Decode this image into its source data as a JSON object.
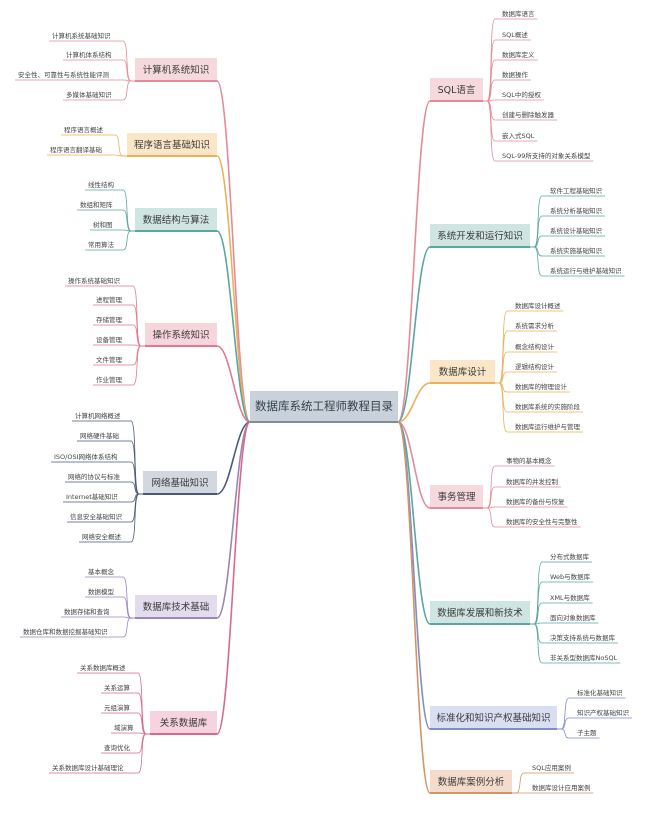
{
  "root": "数据库系统工程师教程目录",
  "left": [
    {
      "label": "计算机系统知识",
      "color": "#e58a99",
      "bg": "#f6d9dd",
      "children": [
        "计算机系统基础知识",
        "计算机体系结构",
        "安全性、可靠性与系统性能评测",
        "多媒体基础知识"
      ]
    },
    {
      "label": "程序语言基础知识",
      "color": "#eab15a",
      "bg": "#fbe7c8",
      "children": [
        "程序语言概述",
        "程序语言翻译基础"
      ]
    },
    {
      "label": "数据结构与算法",
      "color": "#5aa6a0",
      "bg": "#cfe5e2",
      "children": [
        "线性结构",
        "数组和矩阵",
        "树和图",
        "常用算法"
      ]
    },
    {
      "label": "操作系统知识",
      "color": "#de7a8f",
      "bg": "#f6d5dc",
      "children": [
        "操作系统基础知识",
        "进程管理",
        "存储管理",
        "设备管理",
        "文件管理",
        "作业管理"
      ]
    },
    {
      "label": "网络基础知识",
      "color": "#4a5a78",
      "bg": "#d2d7e0",
      "children": [
        "计算机网络概述",
        "网络硬件基础",
        "ISO/OSI网络体系结构",
        "网络的协议与标准",
        "Internet基础知识",
        "信息安全基础知识",
        "网络安全概述"
      ]
    },
    {
      "label": "数据库技术基础",
      "color": "#9a86b8",
      "bg": "#e3dcec",
      "children": [
        "基本概念",
        "数据模型",
        "数据存储和查询",
        "数据仓库和数据挖掘基础知识"
      ]
    },
    {
      "label": "关系数据库",
      "color": "#d96a8c",
      "bg": "#f6d3de",
      "children": [
        "关系数据库概述",
        "关系运算",
        "元组演算",
        "域演算",
        "查询优化",
        "关系数据库设计基础理论"
      ]
    }
  ],
  "right": [
    {
      "label": "SQL语言",
      "color": "#e58a99",
      "bg": "#f6d9dd",
      "children": [
        "数据库语言",
        "SQL概述",
        "数据库定义",
        "数据操作",
        "SQL中的授权",
        "创建与删除触发器",
        "嵌入式SQL",
        "SQL-99所支持的对象关系模型"
      ]
    },
    {
      "label": "系统开发和运行知识",
      "color": "#5aa6a0",
      "bg": "#cfe5e2",
      "children": [
        "软件工程基础知识",
        "系统分析基础知识",
        "系统设计基础知识",
        "系统实施基础知识",
        "系统运行与维护基础知识"
      ]
    },
    {
      "label": "数据库设计",
      "color": "#eab15a",
      "bg": "#fbe7c8",
      "children": [
        "数据库设计概述",
        "系统需求分析",
        "概念结构设计",
        "逻辑结构设计",
        "数据库的物理设计",
        "数据库系统的实施阶段",
        "数据库运行维护与管理"
      ]
    },
    {
      "label": "事务管理",
      "color": "#e58a99",
      "bg": "#f6d9dd",
      "children": [
        "事物的基本概念",
        "数据库的并发控制",
        "数据库的备份与恢复",
        "数据库的安全性与完整性"
      ]
    },
    {
      "label": "数据库发展和新技术",
      "color": "#5aa6a0",
      "bg": "#cfe5e2",
      "children": [
        "分布式数据库",
        "Web与数据库",
        "XML与数据库",
        "面向对象数据库",
        "决策支持系统与数据库",
        "非关系型数据库NoSQL"
      ]
    },
    {
      "label": "标准化和知识产权基础知识",
      "color": "#7f8fc4",
      "bg": "#d9def0",
      "children": [
        "标准化基础知识",
        "知识产权基础知识",
        "子主题"
      ]
    },
    {
      "label": "数据库案例分析",
      "color": "#d4926a",
      "bg": "#f4dccd",
      "children": [
        "SQL应用案例",
        "数据库设计应用案例"
      ]
    }
  ]
}
